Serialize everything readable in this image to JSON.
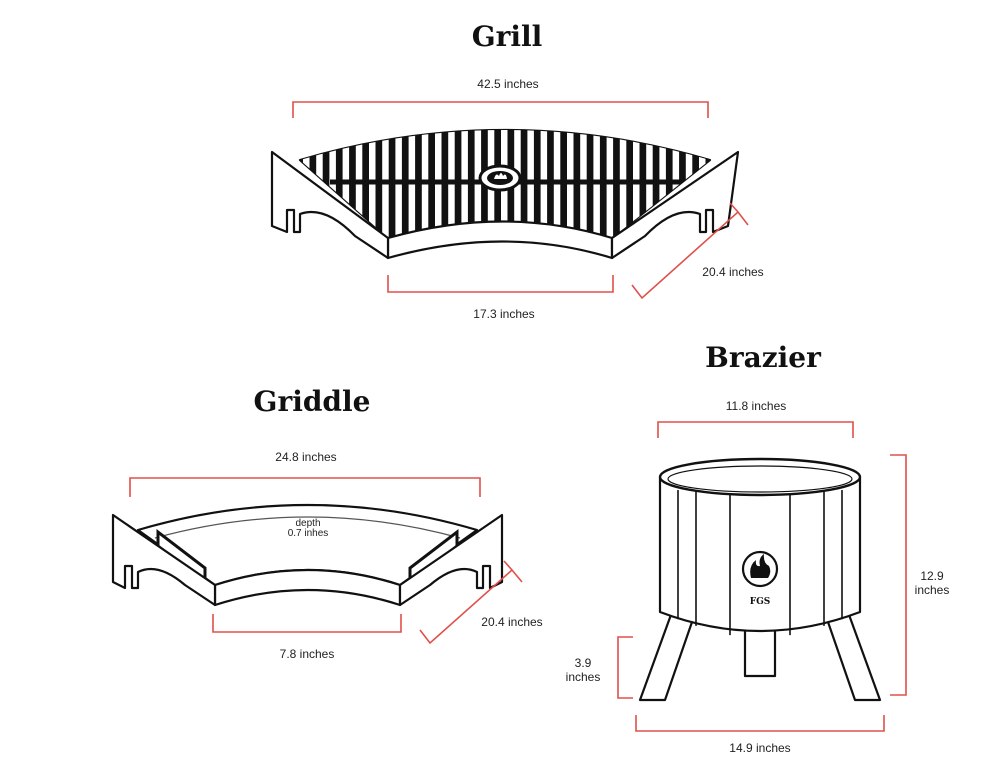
{
  "grill": {
    "title": "Grill",
    "width_label": "42.5 inches",
    "front_label": "17.3 inches",
    "depth_label": "20.4 inches"
  },
  "griddle": {
    "title": "Griddle",
    "width_label": "24.8 inches",
    "front_label": "7.8 inches",
    "depth_label": "20.4 inches",
    "depth_note_1": "depth",
    "depth_note_2": "0.7 inhes"
  },
  "brazier": {
    "title": "Brazier",
    "top_label": "11.8 inches",
    "height_label_1": "12.9",
    "height_label_2": "inches",
    "leg_label_1": "3.9",
    "leg_label_2": "inches",
    "base_label": "14.9 inches",
    "logo_text": "FGS"
  },
  "colors": {
    "dimension": "#e0504a",
    "ink": "#111111"
  }
}
